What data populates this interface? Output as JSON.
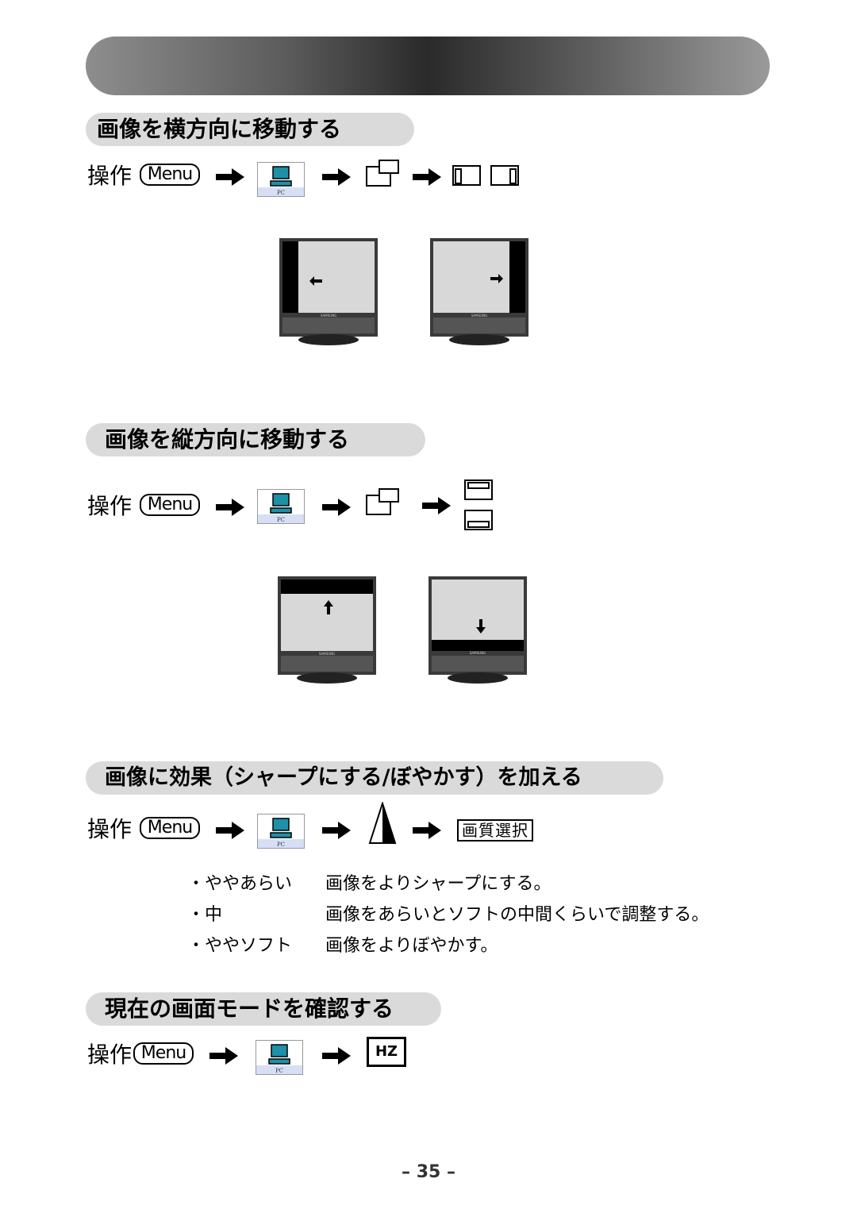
{
  "sections": [
    {
      "title": "画像を横方向に移動する",
      "op_label": "操作",
      "menu_label": "Menu",
      "pc_label": "PC"
    },
    {
      "title": "画像を縦方向に移動する",
      "op_label": "操作",
      "menu_label": "Menu",
      "pc_label": "PC"
    },
    {
      "title": "画像に効果（シャープにする/ぼやかす）を加える",
      "op_label": "操作",
      "menu_label": "Menu",
      "pc_label": "PC",
      "quality_label": "画質選択"
    },
    {
      "title": "現在の画面モードを確認する",
      "op_label": "操作",
      "menu_label": "Menu",
      "pc_label": "PC",
      "hz_label": "HZ"
    }
  ],
  "monitor_brand": "SAMSUNG",
  "options": [
    {
      "name": "・ややあらい",
      "desc": "画像をよりシャープにする。"
    },
    {
      "name": "・中",
      "desc": "画像をあらいとソフトの中間くらいで調整する。"
    },
    {
      "name": "・ややソフト",
      "desc": "画像をよりぼやかす。"
    }
  ],
  "page_number": "– 35 –",
  "colors": {
    "title_bg": "#dadada",
    "pc_icon_screen": "#1e90a8",
    "monitor_screen": "#d8d8d8"
  }
}
